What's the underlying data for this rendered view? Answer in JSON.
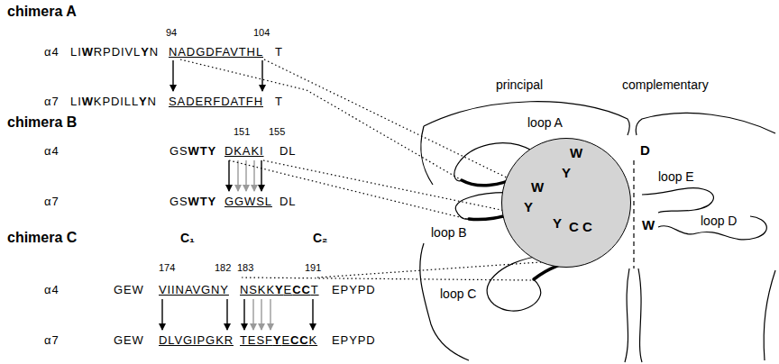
{
  "diagram": {
    "nodes": [
      {
        "text": [
          "W",
          "Y",
          "W",
          "Y",
          "Y",
          "C",
          "C"
        ]
      }
    ],
    "labels": [
      "chimera A",
      "94",
      "104",
      "α4",
      "LI",
      "W",
      "RPDIVL",
      "Y",
      "N",
      "NADGDFAVTHL",
      "T",
      "α7",
      "LI",
      "W",
      "KPDILL",
      "Y",
      "N",
      "SADERFDATFH",
      "T",
      "chimera B",
      "151",
      "155",
      "α4",
      "GS",
      "WTY",
      "DKAKI",
      "DL",
      "α7",
      "GS",
      "WTY",
      "GGWSL",
      "DL",
      "chimera C",
      "C₁",
      "C₂",
      "174",
      "182",
      "183",
      "191",
      "α4",
      "GEW",
      "VIINAVGNY",
      "NSKK",
      "Y",
      "E",
      "CC",
      "T",
      "EPYPD",
      "α7",
      "GEW",
      "DLVGIPGKR",
      "TESF",
      "Y",
      "E",
      "CC",
      "K",
      "EPYPD",
      "principal",
      "complementary",
      "loop A",
      "loop B",
      "loop C",
      "loop D",
      "loop E",
      "D",
      "W"
    ]
  }
}
